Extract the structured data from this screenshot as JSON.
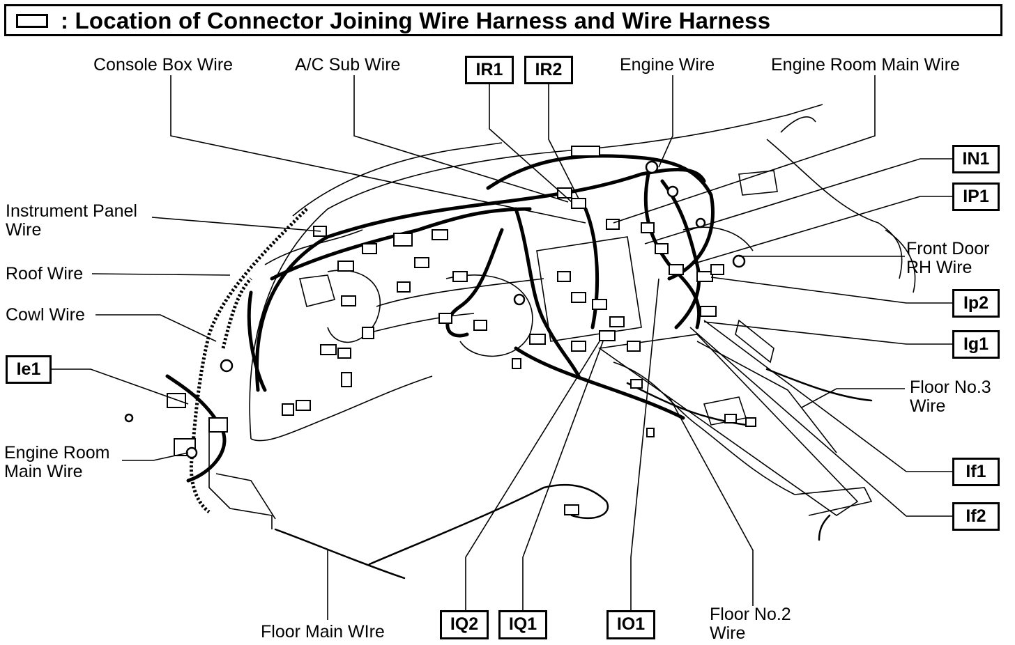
{
  "title": ": Location of Connector Joining Wire Harness and Wire Harness",
  "wire_labels": {
    "console_box": "Console Box Wire",
    "ac_sub": "A/C Sub Wire",
    "engine": "Engine Wire",
    "engine_room_main_top": "Engine Room Main Wire",
    "instrument_panel_l1": "Instrument Panel",
    "instrument_panel_l2": "Wire",
    "roof": "Roof Wire",
    "cowl": "Cowl Wire",
    "engine_room_main_left_l1": "Engine Room",
    "engine_room_main_left_l2": "Main Wire",
    "front_door_rh_l1": "Front Door",
    "front_door_rh_l2": "RH Wire",
    "floor_no3_l1": "Floor No.3",
    "floor_no3_l2": "Wire",
    "floor_main": "Floor Main WIre",
    "floor_no2_l1": "Floor No.2",
    "floor_no2_l2": "Wire"
  },
  "connectors": {
    "IR1": "IR1",
    "IR2": "IR2",
    "IN1": "IN1",
    "IP1": "IP1",
    "Ip2": "Ip2",
    "Ig1": "Ig1",
    "Ie1": "Ie1",
    "If1": "If1",
    "If2": "If2",
    "IQ2": "IQ2",
    "IQ1": "IQ1",
    "IO1": "IO1"
  }
}
